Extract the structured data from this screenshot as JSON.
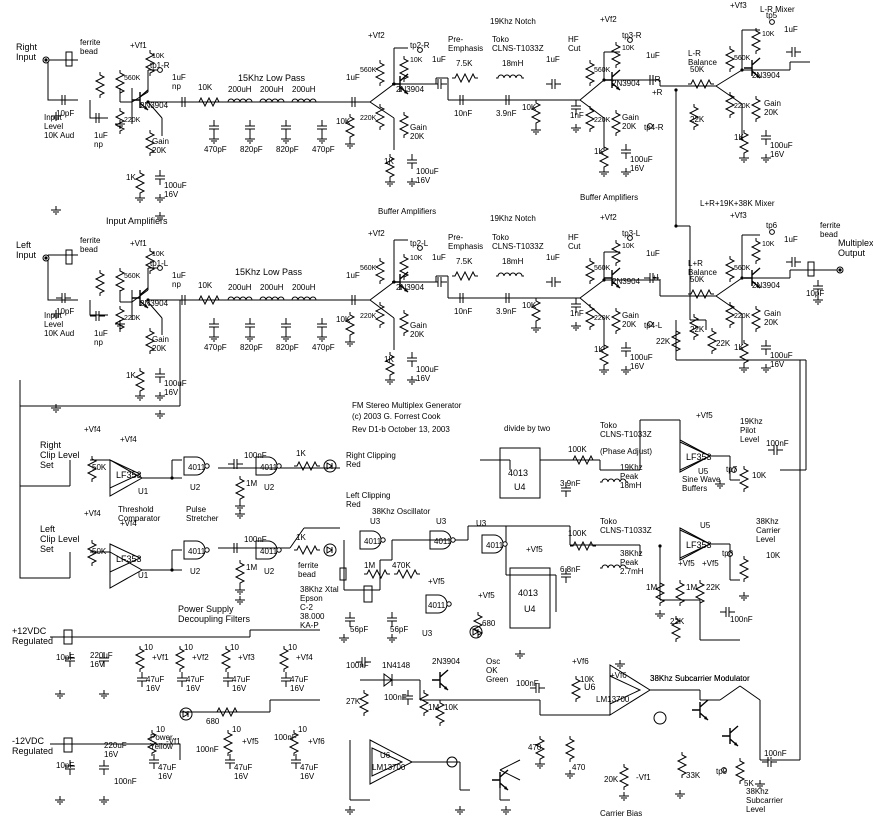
{
  "title": {
    "name": "FM Stereo Multiplex Generator",
    "copyright": "(c) 2003  G. Forrest Cook",
    "rev": "Rev D1-b October 13, 2003"
  },
  "io": {
    "right_input": "Right\nInput",
    "left_input": "Left\nInput",
    "multiplex_output": "Multiplex\nOutput",
    "pos12": "+12VDC\nRegulated",
    "neg12": "-12VDC\nRegulated"
  },
  "sections": {
    "lpf": "15Khz Low Pass",
    "notch": "19Khz Notch",
    "input_amps": "Input Amplifiers",
    "buffer_amps": "Buffer Amplifiers",
    "lr_mixer": "L-R Mixer",
    "lpr_mixer": "L+R+19K+38K Mixer",
    "divide": "divide by two",
    "sine_buffers": "Sine Wave\nBuffers",
    "power_filters": "Power Supply\nDecoupling Filters",
    "subcarrier_mod": "38Khz Subcarrier Modulator",
    "carrier_bias": "Carrier Bias",
    "threshold": "Threshold\nComparator",
    "pulse_stretch": "Pulse\nStretcher",
    "osc": "38Khz\nOscillator",
    "xtal": "38Khz Xtal\nEpson\nC-2\n38.000\nKA-P",
    "phase_adjust": "(Phase Adjust)",
    "pilot_level": "19Khz\nPilot\nLevel",
    "carrier_level": "38Khz\nCarrier\nLevel",
    "subcarrier_level": "38Khz\nSubcarrier\nLevel"
  },
  "leds": {
    "right_clip": "Right Clipping\nRed",
    "left_clip": "Left Clipping\nRed",
    "osc_ok": "Osc\nOK\nGreen",
    "power": "Power\nYellow"
  },
  "common": {
    "ferrite": "ferrite\nbead",
    "np_cap": "1uF\nnp",
    "input_level": "Input\nLevel\n10K Aud",
    "pre_emph": "Pre-\nEmphasis",
    "toko": "Toko\nCLNS-T1033Z",
    "hf_cut": "HF\nCut",
    "gain": "Gain\n20K",
    "cap100u": "100uF\n16V",
    "cap47u": "47uF\n16V",
    "lr_bal": "L-R\nBalance",
    "lpr_bal": "L+R\nBalance",
    "peak19": "19Khz\nPeak\n18mH",
    "peak38": "38Khz\nPeak\n2.7mH",
    "clip_r": "Right\nClip Level\nSet",
    "clip_l": "Left\nClip Level\nSet"
  },
  "parts": {
    "vf1": "+Vf1",
    "vf2": "+Vf2",
    "vf3": "+Vf3",
    "vf4": "+Vf4",
    "vf5": "+Vf5",
    "vf6": "+Vf6",
    "nvf1": "-Vf1",
    "q": "2N3904",
    "u1": "LF353",
    "u1n": "U1",
    "u2": "U2",
    "u3": "U3",
    "u4": "U4",
    "u5": "U5",
    "u6": "U6",
    "c4011": "4011",
    "c4013": "4013",
    "lm13700": "LM13700",
    "d1n4148": "1N4148",
    "r10k": "10K",
    "r1k": "1K",
    "r22k": "22K",
    "r50k": "50K",
    "r100k": "100K",
    "r560k": "560K",
    "r220k": "220K",
    "r7k5": "7.5K",
    "r1m": "1M",
    "r470k": "470K",
    "r27k": "27K",
    "r33k": "33K",
    "r5k": "5K",
    "r680": "680",
    "r470": "470",
    "r10": "10",
    "r20k": "20K",
    "c10n": "10nF",
    "c100n": "100nF",
    "c1n": "1nF",
    "c3n9": "3.9nF",
    "c6n8": "6.8nF",
    "c10p": "10pF",
    "c56p": "56pF",
    "c470p": "470pF",
    "c820p": "820pF",
    "c1u": "1uF",
    "c220u": "220uF\n16V",
    "l200u": "200uH",
    "l18m": "18mH",
    "tp1r": "tp1-R",
    "tp2r": "tp2-R",
    "tp3r": "tp3-R",
    "tp4r": "tp4-R",
    "tp1l": "tp1-L",
    "tp2l": "tp2-L",
    "tp3l": "tp3-L",
    "tp4l": "tp4-L",
    "tp5": "tp5",
    "tp6": "tp6",
    "tp7": "tp7",
    "tp8": "tp8",
    "tp9": "tp9",
    "mr": "-R",
    "pr": "+R",
    "pl": "+L"
  }
}
